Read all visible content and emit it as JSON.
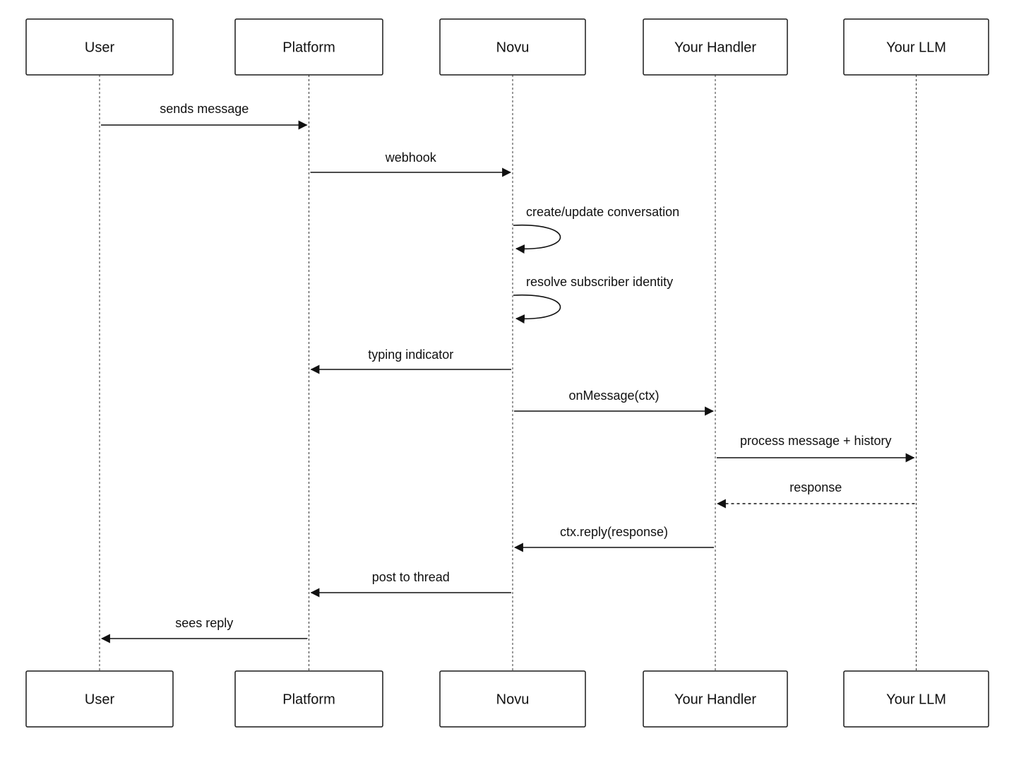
{
  "participants": [
    {
      "id": "user",
      "label": "User"
    },
    {
      "id": "platform",
      "label": "Platform"
    },
    {
      "id": "novu",
      "label": "Novu"
    },
    {
      "id": "handler",
      "label": "Your Handler"
    },
    {
      "id": "llm",
      "label": "Your LLM"
    }
  ],
  "messages": [
    {
      "from": "user",
      "to": "platform",
      "label": "sends message",
      "style": "solid"
    },
    {
      "from": "platform",
      "to": "novu",
      "label": "webhook",
      "style": "solid"
    },
    {
      "from": "novu",
      "to": "novu",
      "label": "create/update conversation",
      "style": "solid"
    },
    {
      "from": "novu",
      "to": "novu",
      "label": "resolve subscriber identity",
      "style": "solid"
    },
    {
      "from": "novu",
      "to": "platform",
      "label": "typing indicator",
      "style": "solid"
    },
    {
      "from": "novu",
      "to": "handler",
      "label": "onMessage(ctx)",
      "style": "solid"
    },
    {
      "from": "handler",
      "to": "llm",
      "label": "process message + history",
      "style": "solid"
    },
    {
      "from": "llm",
      "to": "handler",
      "label": "response",
      "style": "dashed"
    },
    {
      "from": "handler",
      "to": "novu",
      "label": "ctx.reply(response)",
      "style": "solid"
    },
    {
      "from": "novu",
      "to": "platform",
      "label": "post to thread",
      "style": "solid"
    },
    {
      "from": "platform",
      "to": "user",
      "label": "sees reply",
      "style": "solid"
    }
  ]
}
